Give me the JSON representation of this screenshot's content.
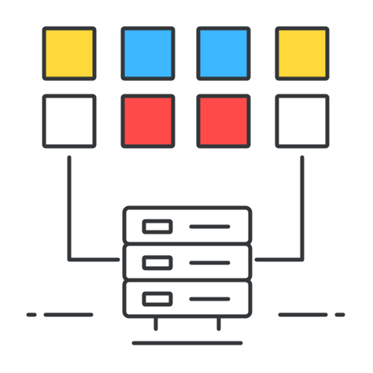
{
  "icon": {
    "name": "server-data-blocks-icon",
    "stroke_color": "#333639",
    "colors": {
      "yellow": "#FFD83A",
      "blue": "#3DB7FF",
      "red": "#FF4A4A",
      "white": "#FFFFFF"
    },
    "grid": {
      "rows": [
        [
          "yellow",
          "blue",
          "blue",
          "yellow"
        ],
        [
          "white",
          "red",
          "red",
          "white"
        ]
      ]
    },
    "server_units": 3
  }
}
